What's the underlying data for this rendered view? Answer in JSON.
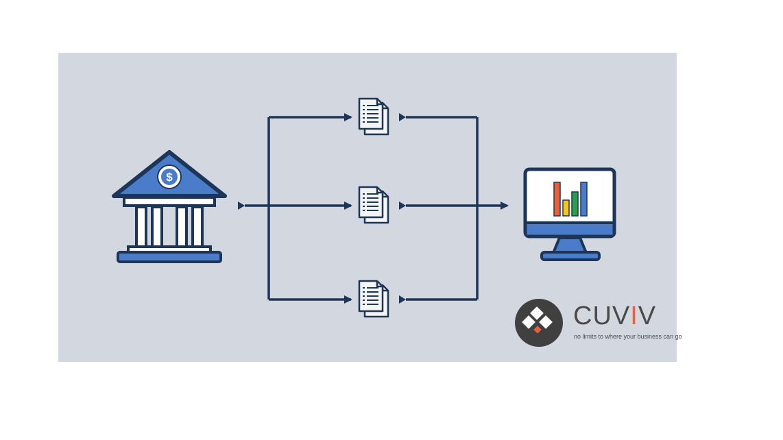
{
  "colors": {
    "background": "#ffffff",
    "panel": "#d3d7e0",
    "line": "#1d3557",
    "accent_blue": "#4a7cc9",
    "document_fill": "#f4f4f4",
    "chart_bars": [
      "#e8613c",
      "#f5c518",
      "#2e9e4a",
      "#4a7cc9"
    ],
    "logo_circle": "#404040",
    "logo_accent": "#e8613c"
  },
  "icons": {
    "source": "bank-icon",
    "documents": [
      "document-stack-icon",
      "document-stack-icon",
      "document-stack-icon"
    ],
    "destination": "monitor-chart-icon",
    "logo": "cuviv-logo-icon"
  },
  "brand": {
    "name_prefix": "CUV",
    "name_accent": "I",
    "name_suffix": "V",
    "tagline": "no limits to where your business can go"
  }
}
